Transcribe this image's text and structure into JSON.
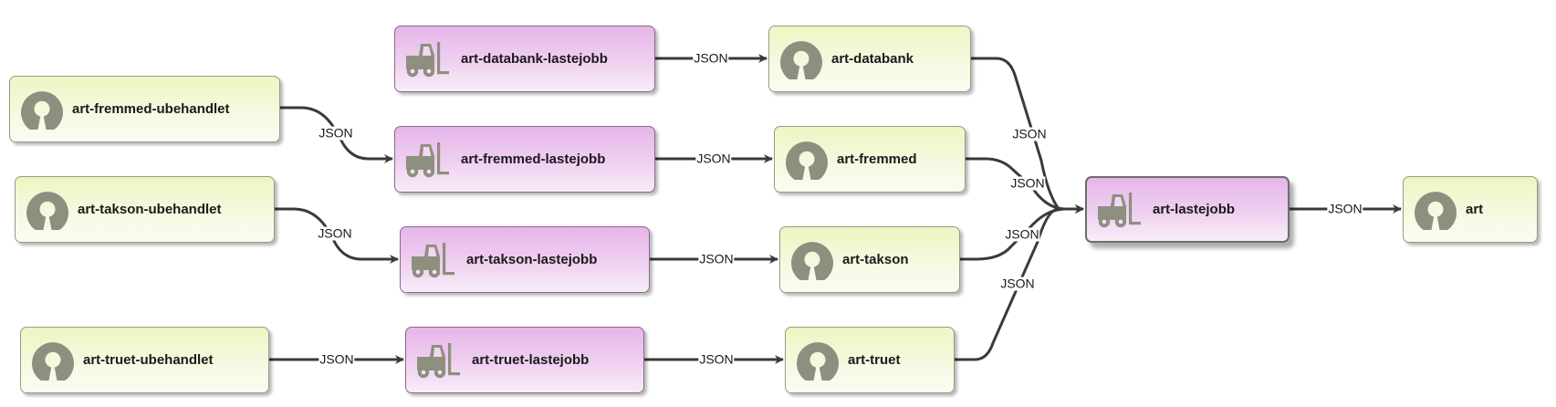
{
  "nodes": {
    "art_databank_lastejobb": "art-databank-lastejobb",
    "art_databank": "art-databank",
    "art_fremmed_ubehandlet": "art-fremmed-ubehandlet",
    "art_fremmed_lastejobb": "art-fremmed-lastejobb",
    "art_fremmed": "art-fremmed",
    "art_takson_ubehandlet": "art-takson-ubehandlet",
    "art_takson_lastejobb": "art-takson-lastejobb",
    "art_takson": "art-takson",
    "art_truet_ubehandlet": "art-truet-ubehandlet",
    "art_truet_lastejobb": "art-truet-lastejobb",
    "art_truet": "art-truet",
    "art_lastejobb": "art-lastejobb",
    "art": "art"
  },
  "edges": [
    {
      "from": "art-databank-lastejobb",
      "to": "art-databank",
      "label": "JSON"
    },
    {
      "from": "art-fremmed-ubehandlet",
      "to": "art-fremmed-lastejobb",
      "label": "JSON"
    },
    {
      "from": "art-fremmed-lastejobb",
      "to": "art-fremmed",
      "label": "JSON"
    },
    {
      "from": "art-takson-ubehandlet",
      "to": "art-takson-lastejobb",
      "label": "JSON"
    },
    {
      "from": "art-takson-lastejobb",
      "to": "art-takson",
      "label": "JSON"
    },
    {
      "from": "art-truet-ubehandlet",
      "to": "art-truet-lastejobb",
      "label": "JSON"
    },
    {
      "from": "art-truet-lastejobb",
      "to": "art-truet",
      "label": "JSON"
    },
    {
      "from": "art-databank",
      "to": "art-lastejobb",
      "label": "JSON"
    },
    {
      "from": "art-fremmed",
      "to": "art-lastejobb",
      "label": "JSON"
    },
    {
      "from": "art-takson",
      "to": "art-lastejobb",
      "label": "JSON"
    },
    {
      "from": "art-truet",
      "to": "art-lastejobb",
      "label": "JSON"
    },
    {
      "from": "art-lastejobb",
      "to": "art",
      "label": "JSON"
    }
  ],
  "icons": {
    "source_node": "open-source-icon",
    "job_node": "forklift-icon"
  },
  "colors": {
    "source_fill": "#eef5c2",
    "job_fill": "#e6b6ea",
    "edge": "#3a3a3a",
    "icon": "#8f8f80"
  }
}
